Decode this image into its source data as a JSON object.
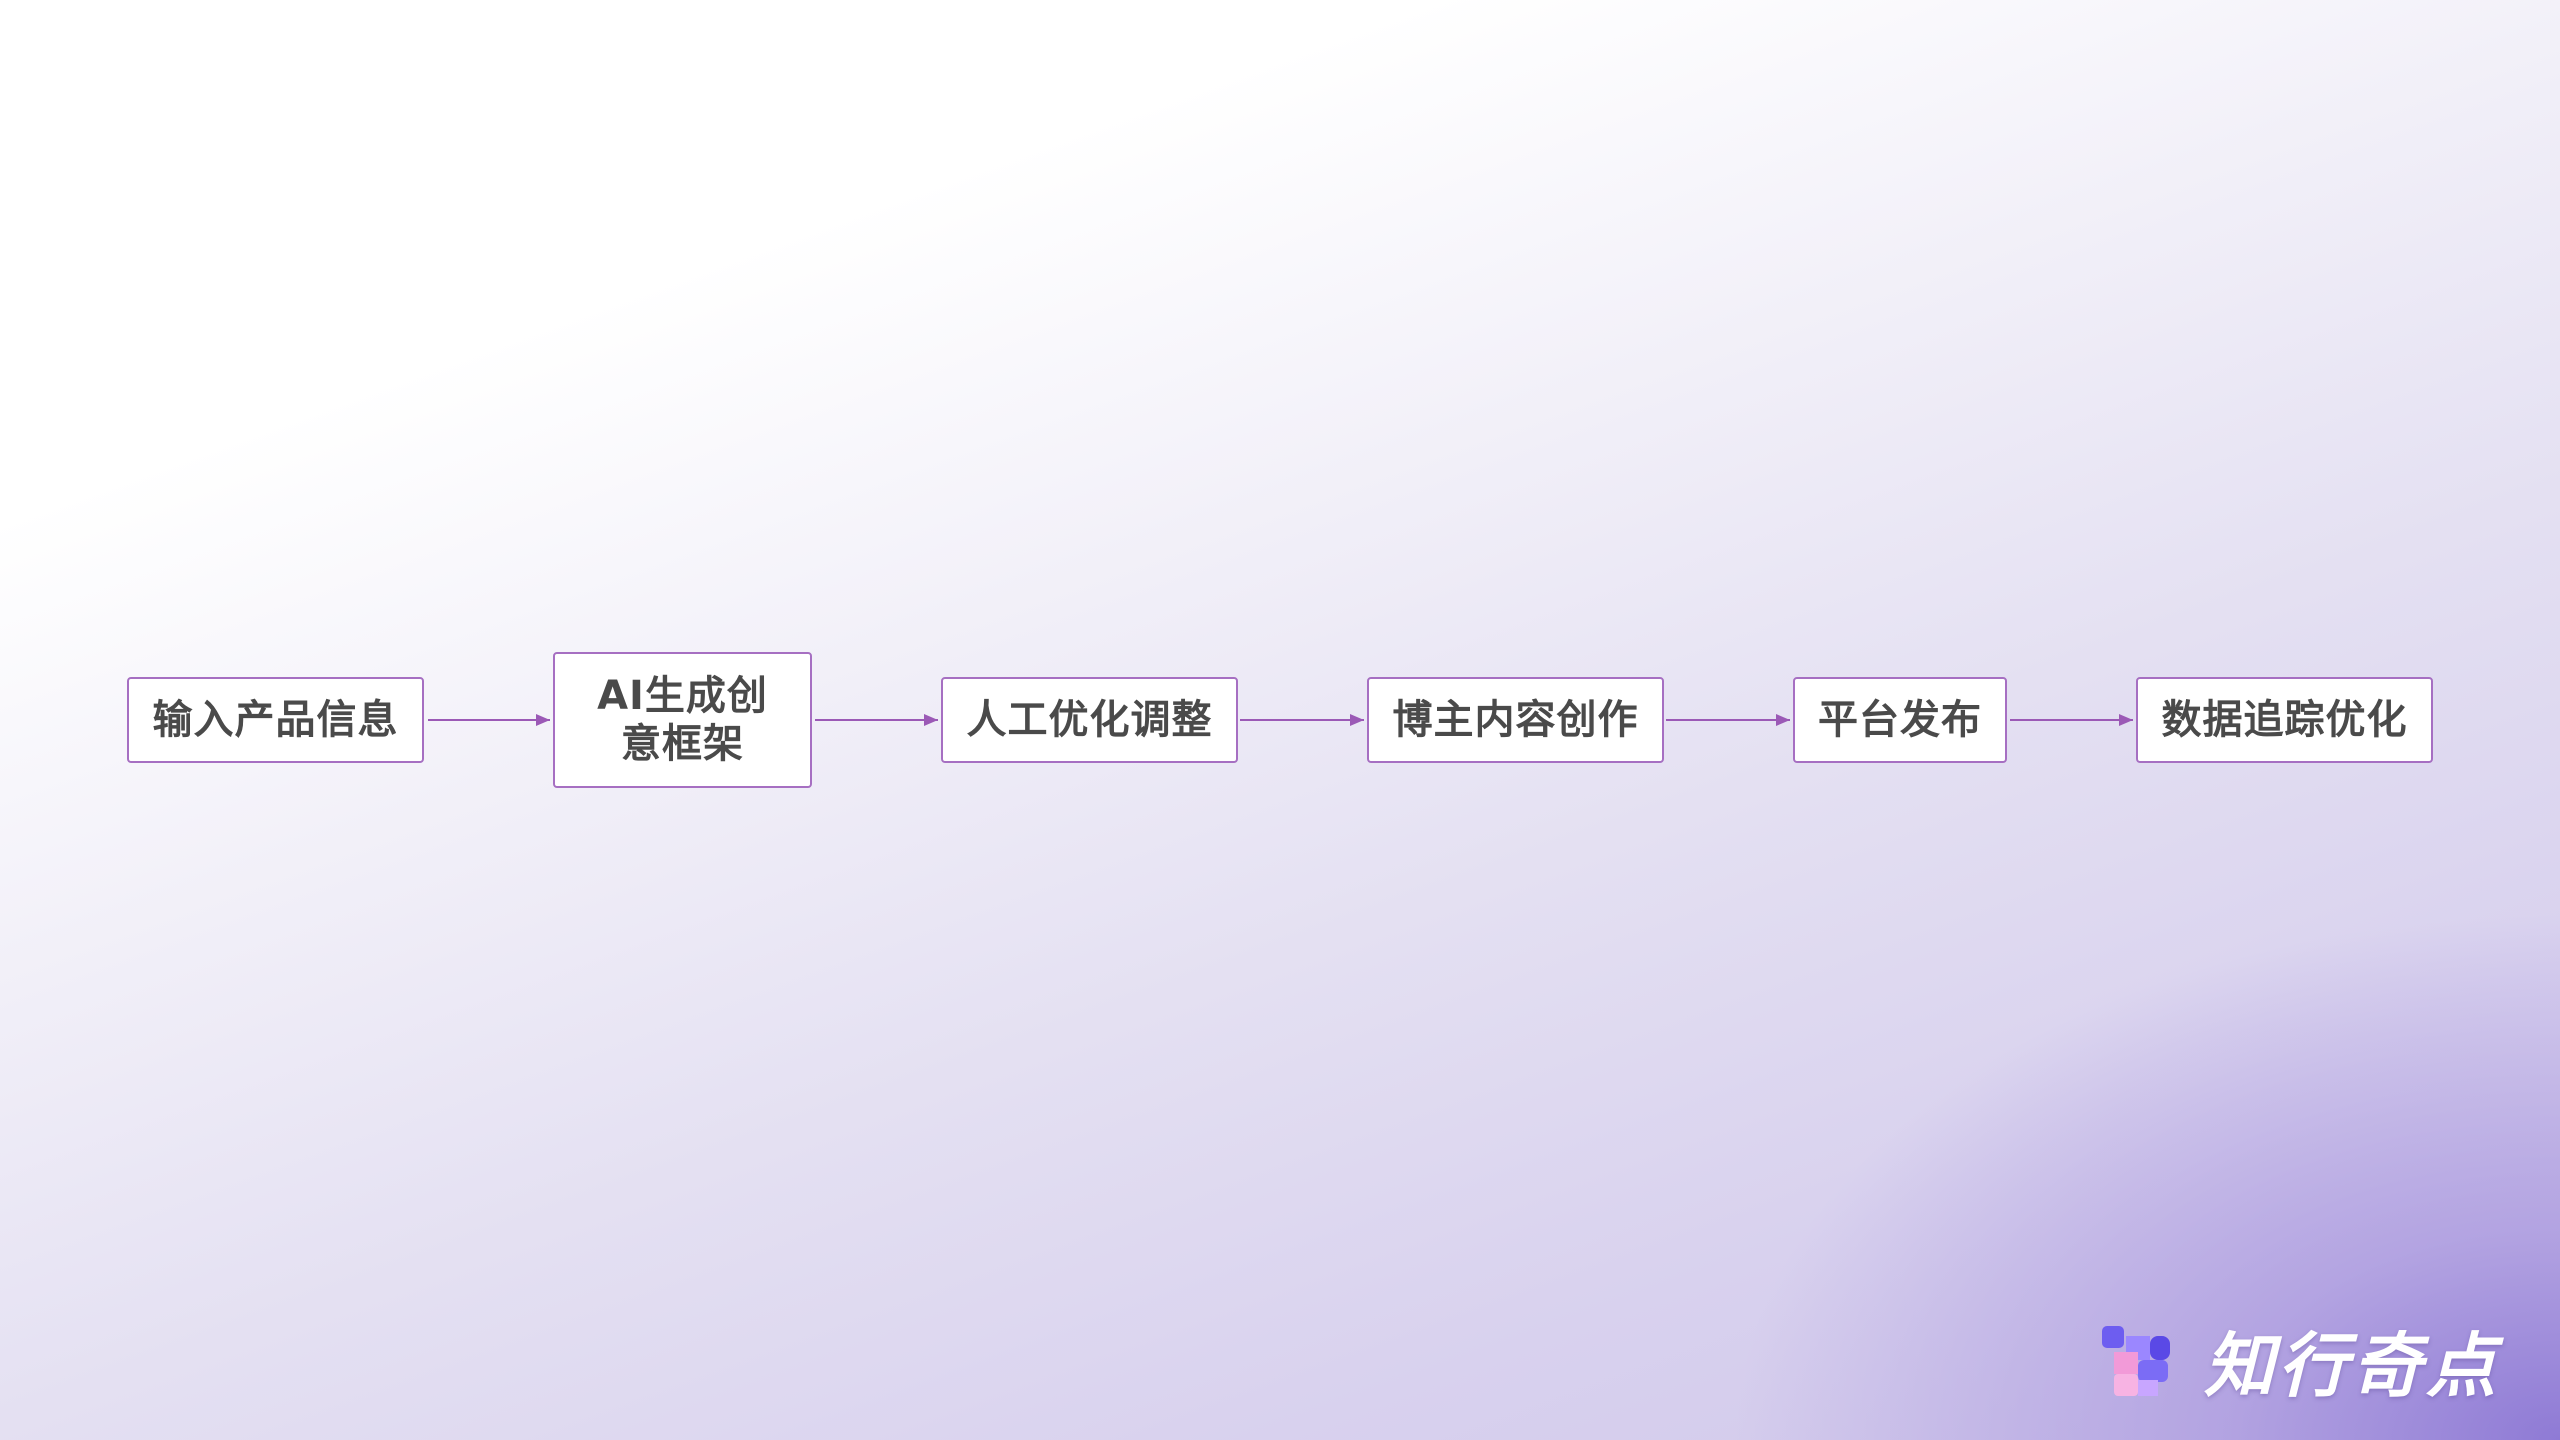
{
  "flow": {
    "steps": [
      "输入产品信息",
      "AI生成创意框架",
      "人工优化调整",
      "博主内容创作",
      "平台发布",
      "数据追踪优化"
    ]
  },
  "brand": {
    "name": "知行奇点",
    "logo_icon": "brand-logo-icon"
  },
  "colors": {
    "node_border": "#a66fc2",
    "arrow": "#9b59b6",
    "text": "#4a4a4a"
  }
}
